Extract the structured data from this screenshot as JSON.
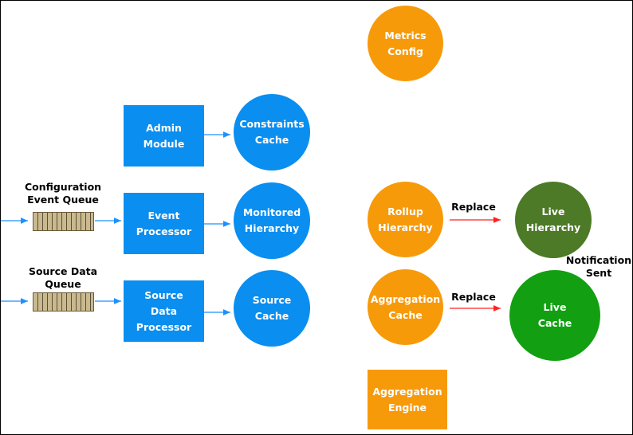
{
  "colors": {
    "blue": "#0a8ef0",
    "orange": "#f79a0a",
    "dark_green": "#4c7a26",
    "green": "#12a012",
    "arrow_blue": "#1e90ff",
    "arrow_red": "#ff2020"
  },
  "queues": {
    "config": {
      "label_line1": "Configuration",
      "label_line2": "Event Queue"
    },
    "source": {
      "label_line1": "Source Data",
      "label_line2": "Queue"
    }
  },
  "boxes": {
    "admin": {
      "line1": "Admin",
      "line2": "Module"
    },
    "event": {
      "line1": "Event",
      "line2": "Processor"
    },
    "source_proc": {
      "line1": "Source",
      "line2": "Data",
      "line3": "Processor"
    },
    "aggregation_engine": {
      "line1": "Aggregation",
      "line2": "Engine"
    }
  },
  "circles": {
    "constraints": {
      "line1": "Constraints",
      "line2": "Cache"
    },
    "monitored": {
      "line1": "Monitored",
      "line2": "Hierarchy"
    },
    "source_cache": {
      "line1": "Source",
      "line2": "Cache"
    },
    "metrics": {
      "line1": "Metrics",
      "line2": "Config"
    },
    "rollup": {
      "line1": "Rollup",
      "line2": "Hierarchy"
    },
    "aggregation_cache": {
      "line1": "Aggregation",
      "line2": "Cache"
    },
    "live_hierarchy": {
      "line1": "Live",
      "line2": "Hierarchy"
    },
    "live_cache": {
      "line1": "Live",
      "line2": "Cache"
    }
  },
  "edge_labels": {
    "replace_top": "Replace",
    "replace_bottom": "Replace",
    "notification_line1": "Notification",
    "notification_line2": "Sent"
  }
}
